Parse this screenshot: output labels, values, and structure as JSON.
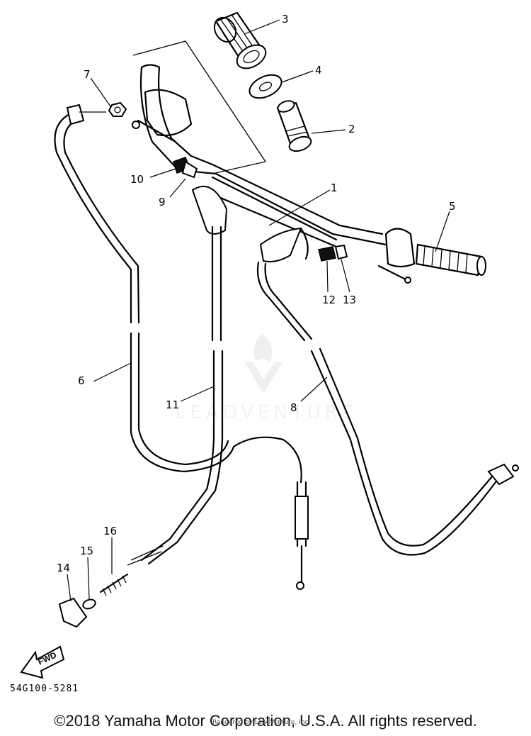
{
  "diagram": {
    "callouts": {
      "c1": "1",
      "c2": "2",
      "c3": "3",
      "c4": "4",
      "c5": "5",
      "c6": "6",
      "c7": "7",
      "c8": "8",
      "c9": "9",
      "c10": "10",
      "c11": "11",
      "c12": "12",
      "c13": "13",
      "c14": "14",
      "c15": "15",
      "c16": "16"
    },
    "fwd_label": "FWD",
    "diagram_code": "54G100-5281",
    "watermark": "LEADVENTURE"
  },
  "footer": {
    "copyright": "©2018 Yamaha Motor Corporation, U.S.A. All rights reserved.",
    "credit": "Rendered by LeadVenture, Inc."
  }
}
